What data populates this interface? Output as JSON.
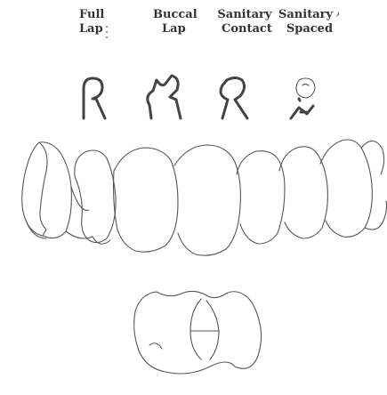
{
  "labels": {
    "full_lap": {
      "line1": "Full",
      "line2": "Lap"
    },
    "buccal_lap": {
      "line1": "Buccal",
      "line2": "Lap"
    },
    "sanitary_contact": {
      "line1": "Sanitary",
      "line2": "Contact"
    },
    "sanitary_spaced": {
      "line1": "Sanitary",
      "line2": "Spaced"
    }
  },
  "colors": {
    "ink": "#555555",
    "text": "#333333",
    "background": "#ffffff"
  }
}
